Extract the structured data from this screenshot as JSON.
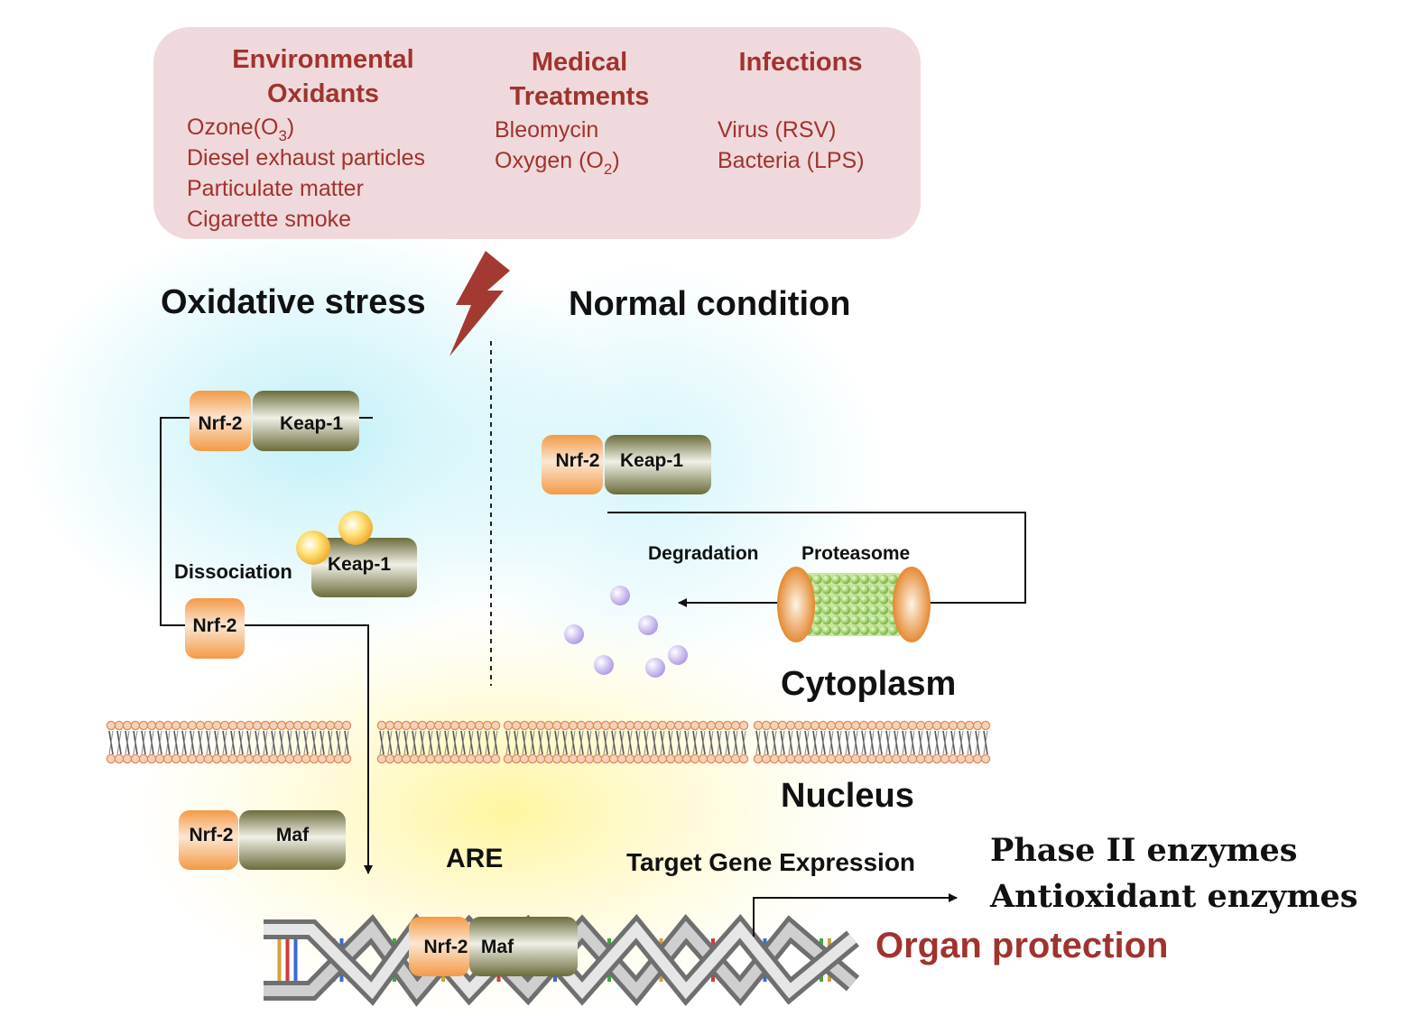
{
  "causes": {
    "environmental": {
      "heading": [
        "Environmental",
        "Oxidants"
      ],
      "items": [
        "Ozone(O",
        "3",
        ")",
        "Diesel exhaust particles",
        "Particulate matter",
        "Cigarette smoke"
      ]
    },
    "medical": {
      "heading": [
        "Medical",
        "Treatments"
      ],
      "items": [
        "Bleomycin",
        "Oxygen (O",
        "2",
        ")"
      ]
    },
    "infections": {
      "heading": [
        "Infections"
      ],
      "items": [
        "Virus (RSV)",
        "Bacteria (LPS)"
      ]
    }
  },
  "labels": {
    "oxidative_stress": "Oxidative stress",
    "normal_condition": "Normal condition",
    "dissociation": "Dissociation",
    "degradation": "Degradation",
    "proteasome": "Proteasome",
    "cytoplasm": "Cytoplasm",
    "nucleus": "Nucleus",
    "are": "ARE",
    "target_gene_expression": "Target Gene Expression",
    "phase2_enzymes": "Phase II enzymes",
    "antioxidant_enzymes": "Antioxidant enzymes",
    "organ_protection": "Organ protection"
  },
  "proteins": {
    "nrf2": "Nrf-2",
    "keap1": "Keap-1",
    "maf": "Maf"
  },
  "colors": {
    "cause_box": "#f0d9dc",
    "cause_text": "#a0332e",
    "lightning": "#a33a32",
    "nrf2": "#f0a35a",
    "keap1": "#6e7040",
    "lipid_head": "#e9a982",
    "proteasome_cap": "#e58e3a",
    "proteasome_core": "#9bcc5a",
    "degraded_particle": "#b9a6e6",
    "organ_protection": "#a0332e"
  }
}
